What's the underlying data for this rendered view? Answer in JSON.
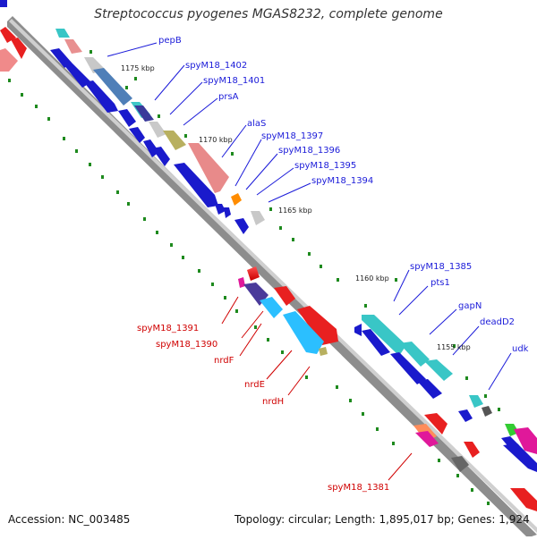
{
  "title": "Streptococcus pyogenes MGAS8232, complete genome",
  "footer": {
    "accession": "Accession: NC_003485",
    "summary": "Topology: circular; Length: 1,895,017 bp; Genes: 1,924"
  },
  "colors": {
    "forward_label": "#1b1bd9",
    "reverse_label": "#d00000",
    "backbone": "#8a8a8a",
    "gc_tick": "#1e8a1e"
  },
  "position_ticks": [
    "1175 kbp",
    "1170 kbp",
    "1165 kbp",
    "1160 kbp",
    "1155 kbp"
  ],
  "gene_labels_forward": [
    "pepB",
    "spyM18_1402",
    "spyM18_1401",
    "prsA",
    "alaS",
    "spyM18_1397",
    "spyM18_1396",
    "spyM18_1395",
    "spyM18_1394",
    "spyM18_1385",
    "pts1",
    "gapN",
    "deadD2",
    "udk"
  ],
  "gene_labels_reverse": [
    "spyM18_1391",
    "spyM18_1390",
    "nrdF",
    "nrdE",
    "nrdH",
    "spyM18_1381"
  ]
}
